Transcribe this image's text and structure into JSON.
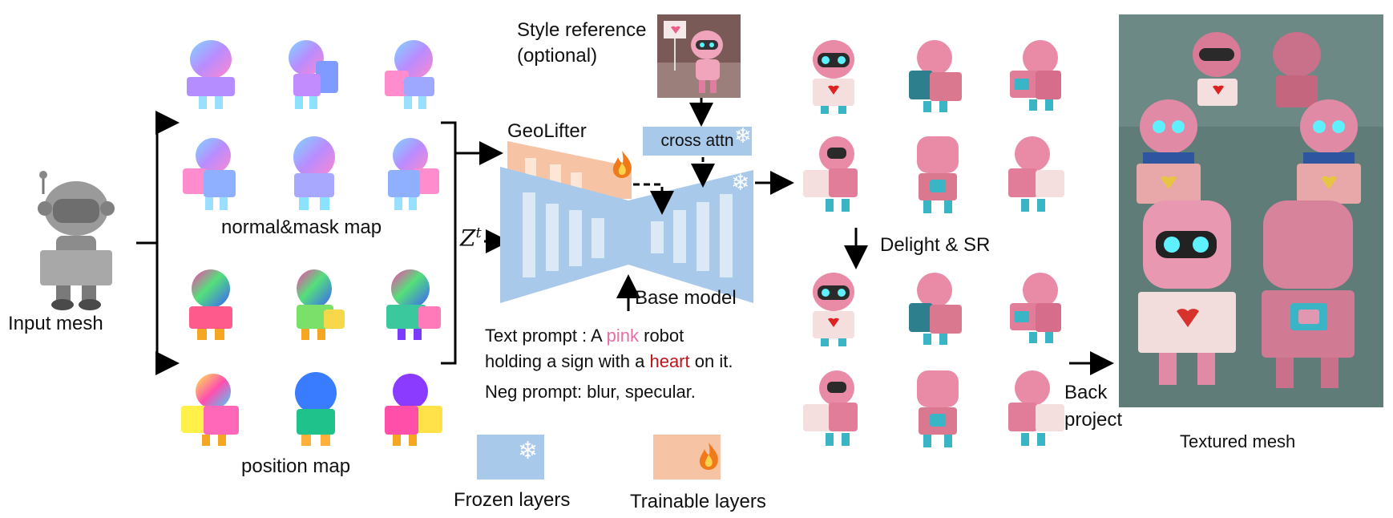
{
  "labels": {
    "input_mesh": "Input mesh",
    "normal_mask_map": "normal&mask map",
    "position_map": "position map",
    "style_reference": "Style reference",
    "optional": "(optional)",
    "geolifter": "GeoLifter",
    "cross_attn": "cross attn",
    "z_t_base": "Z",
    "z_t_sup": "t",
    "base_model": "Base model",
    "delight_sr": "Delight & SR",
    "back": "Back",
    "project": "project",
    "textured_mesh": "Textured mesh",
    "frozen_layers": "Frozen layers",
    "trainable_layers": "Trainable layers"
  },
  "prompt": {
    "line1_prefix": "Text prompt : A ",
    "line1_pink": "pink",
    "line1_suffix": " robot",
    "line2_prefix": "holding a sign with a ",
    "line2_heart": "heart",
    "line2_suffix": " on it.",
    "neg": "Neg prompt: blur, specular."
  },
  "icons": {
    "snowflake": "❄",
    "flame": "flame-icon"
  },
  "colors": {
    "frozen": "#a9c9ea",
    "trainable": "#f6c3a4",
    "pink_word": "#e76fa6",
    "heart_word": "#c0121a",
    "robot_pink": "#e98aa6",
    "robot_teal": "#3ab5c6",
    "mesh_gray": "#8a8a8a",
    "textured_bg": "#5f7c78"
  }
}
